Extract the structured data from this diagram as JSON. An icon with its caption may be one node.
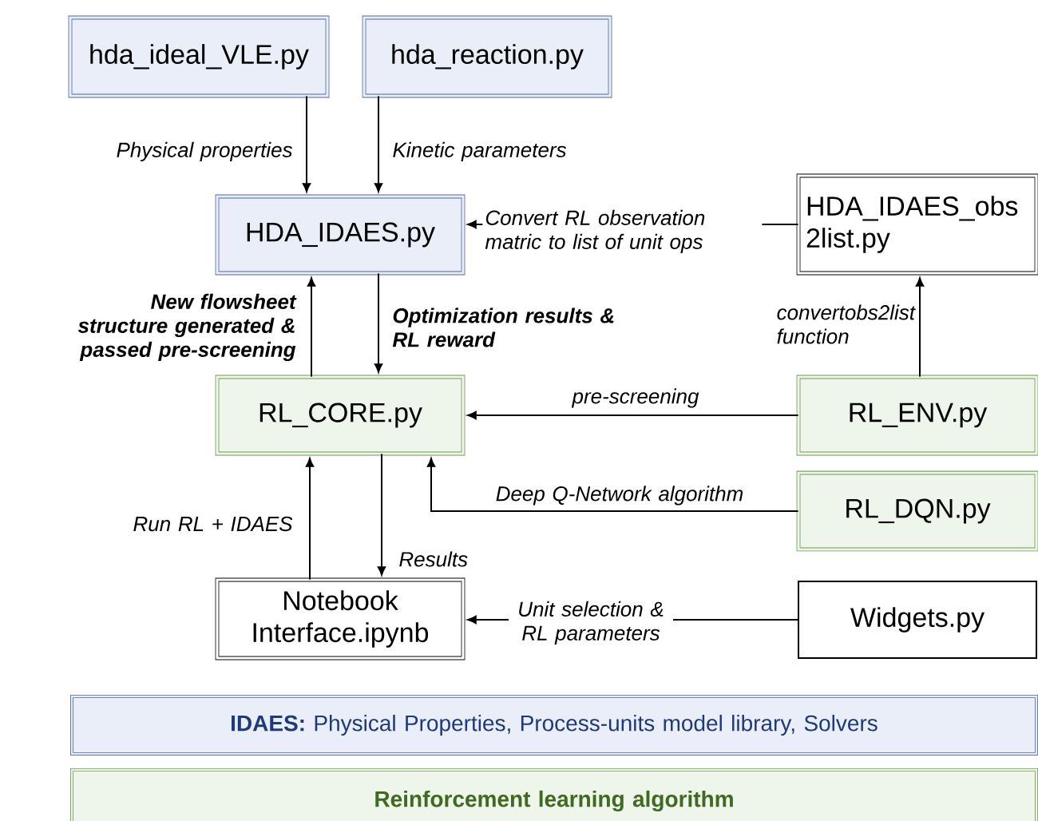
{
  "diagram": {
    "nodes": [
      {
        "text": [
          "hda_ideal_VLE.py"
        ]
      },
      {
        "text": [
          "hda_reaction.py"
        ]
      },
      {
        "text": [
          "HDA_IDAES.py"
        ]
      },
      {
        "text": [
          "HDA_IDAES_obs 2list.py"
        ]
      },
      {
        "text": [
          "RL_CORE.py"
        ]
      },
      {
        "text": [
          "RL_ENV.py"
        ]
      },
      {
        "text": [
          "RL_DQN.py"
        ]
      },
      {
        "text": [
          "Notebook Interface.ipynb"
        ]
      },
      {
        "text": [
          "Widgets.py"
        ]
      },
      {
        "text": [
          "**IDAES:** Physical Properties, Process-units model library, Solvers"
        ]
      },
      {
        "text": [
          "Reinforcement learning algorithm"
        ]
      }
    ],
    "edges": [
      {
        "from": 0,
        "to": 2,
        "arrow": "to",
        "label": "Physical properties"
      },
      {
        "from": 1,
        "to": 2,
        "arrow": "to",
        "label": "Kinetic parameters"
      },
      {
        "from": 3,
        "to": 2,
        "arrow": "to",
        "label": "Convert RL observation matric to list of unit ops"
      },
      {
        "from": 4,
        "to": 2,
        "arrow": "to",
        "label": "New flowsheet structure generated & passed pre-screening"
      },
      {
        "from": 2,
        "to": 4,
        "arrow": "to",
        "label": "Optimization results & RL reward"
      },
      {
        "from": 5,
        "to": 3,
        "arrow": "to",
        "label": "convertobs2list function"
      },
      {
        "from": 5,
        "to": 4,
        "arrow": "to",
        "label": "pre-screening"
      },
      {
        "from": 6,
        "to": 4,
        "arrow": "to",
        "label": "Deep Q-Network algorithm"
      },
      {
        "from": 7,
        "to": 4,
        "arrow": "to",
        "label": "Run RL + IDAES"
      },
      {
        "from": 4,
        "to": 7,
        "arrow": "to",
        "label": "Results"
      },
      {
        "from": 8,
        "to": 7,
        "arrow": "to",
        "label": "Unit selection & RL parameters"
      }
    ]
  }
}
